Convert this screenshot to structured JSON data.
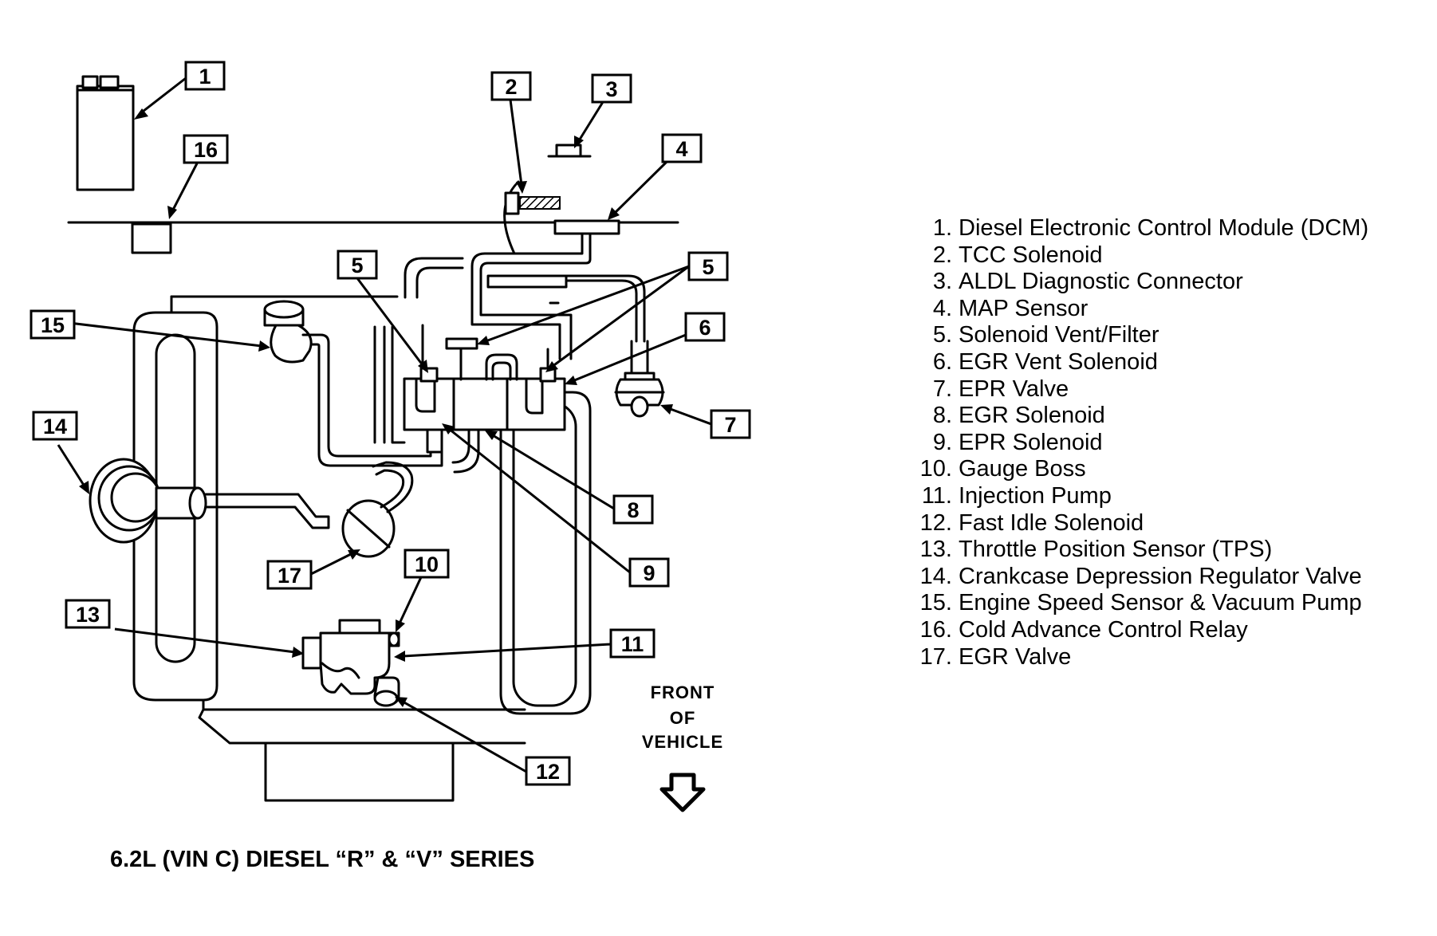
{
  "diagram": {
    "caption": "6.2L (VIN C) DIESEL “R” & “V” SERIES",
    "front_label": [
      "FRONT",
      "OF",
      "VEHICLE"
    ],
    "callouts": [
      "1",
      "2",
      "3",
      "4",
      "5",
      "5",
      "6",
      "7",
      "8",
      "9",
      "10",
      "11",
      "12",
      "13",
      "14",
      "15",
      "16",
      "17"
    ],
    "legend": [
      {
        "num": "1.",
        "label": "Diesel Electronic Control Module (DCM)"
      },
      {
        "num": "2.",
        "label": "TCC Solenoid"
      },
      {
        "num": "3.",
        "label": "ALDL Diagnostic Connector"
      },
      {
        "num": "4.",
        "label": "MAP Sensor"
      },
      {
        "num": "5.",
        "label": "Solenoid Vent/Filter"
      },
      {
        "num": "6.",
        "label": "EGR Vent Solenoid"
      },
      {
        "num": "7.",
        "label": "EPR Valve"
      },
      {
        "num": "8.",
        "label": "EGR Solenoid"
      },
      {
        "num": "9.",
        "label": "EPR Solenoid"
      },
      {
        "num": "10.",
        "label": "Gauge Boss"
      },
      {
        "num": "11.",
        "label": "Injection Pump"
      },
      {
        "num": "12.",
        "label": "Fast Idle Solenoid"
      },
      {
        "num": "13.",
        "label": "Throttle Position Sensor (TPS)"
      },
      {
        "num": "14.",
        "label": "Crankcase Depression Regulator Valve"
      },
      {
        "num": "15.",
        "label": "Engine Speed Sensor & Vacuum Pump"
      },
      {
        "num": "16.",
        "label": "Cold Advance Control Relay"
      },
      {
        "num": "17.",
        "label": "EGR Valve"
      }
    ]
  }
}
